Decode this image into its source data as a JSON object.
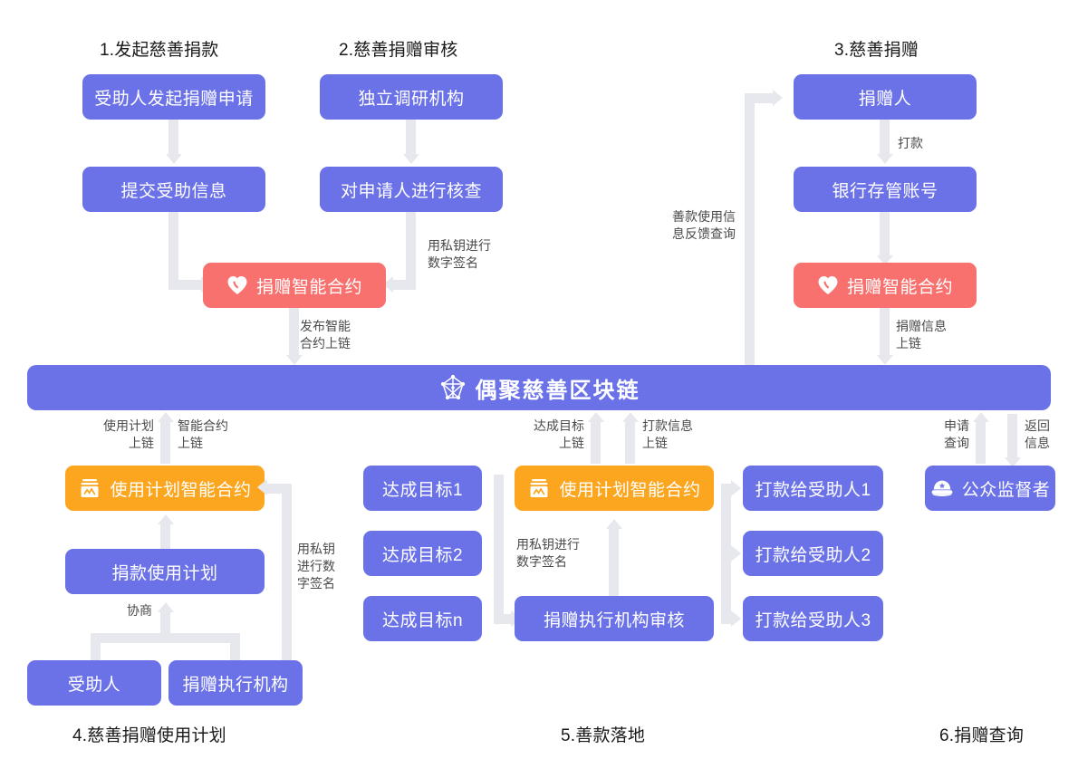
{
  "diagram": {
    "title_sections": [
      {
        "id": "s1",
        "label": "1.发起慈善捐款"
      },
      {
        "id": "s2",
        "label": "2.慈善捐赠审核"
      },
      {
        "id": "s3",
        "label": "3.慈善捐赠"
      },
      {
        "id": "s4",
        "label": "4.慈善捐赠使用计划"
      },
      {
        "id": "s5",
        "label": "5.善款落地"
      },
      {
        "id": "s6",
        "label": "6.捐赠查询"
      }
    ],
    "nodes": {
      "n_apply": "受助人发起捐赠申请",
      "n_submit": "提交受助信息",
      "n_research": "独立调研机构",
      "n_verify": "对申请人进行核查",
      "n_donate_contract_left": "捐赠智能合约",
      "n_donor": "捐赠人",
      "n_bank": "银行存管账号",
      "n_donate_contract_right": "捐赠智能合约",
      "n_chain_bar": "偶聚慈善区块链",
      "n_plan_contract_left": "使用计划智能合约",
      "n_plan": "捐款使用计划",
      "n_beneficiary": "受助人",
      "n_executor": "捐赠执行机构",
      "n_goal1": "达成目标1",
      "n_goal2": "达成目标2",
      "n_goaln": "达成目标n",
      "n_plan_contract_mid": "使用计划智能合约",
      "n_exec_review": "捐赠执行机构审核",
      "n_pay1": "打款给受助人1",
      "n_pay2": "打款给受助人2",
      "n_pay3": "打款给受助人3",
      "n_supervisor": "公众监督者"
    },
    "edge_labels": {
      "e_sign_apply": "用私钥进行\n数字签名",
      "e_publish": "发布智能\n合约上链",
      "e_feedback": "善款使用信\n息反馈查询",
      "e_transfer": "打款",
      "e_donate_info": "捐赠信息\n上链",
      "e_plan_chain": "使用计划\n上链",
      "e_contract_chain": "智能合约\n上链",
      "e_sign_plan": "用私钥\n进行数\n字签名",
      "e_negotiate": "协商",
      "e_goal_chain": "达成目标\n上链",
      "e_pay_chain": "打款信息\n上链",
      "e_sign_exec": "用私钥进行\n数字签名",
      "e_query": "申请\n查询",
      "e_return": "返回\n信息"
    },
    "icons": {
      "heart": "heart-icon",
      "contract": "contract-chart-icon",
      "blockchain": "blockchain-network-icon",
      "police": "police-cap-icon"
    },
    "colors": {
      "blue": "#6b72e8",
      "red": "#f8716e",
      "orange": "#fba61e",
      "connector": "#e6e8ed",
      "label_text": "#4a4a4a",
      "title_text": "#1a1a1a"
    }
  }
}
